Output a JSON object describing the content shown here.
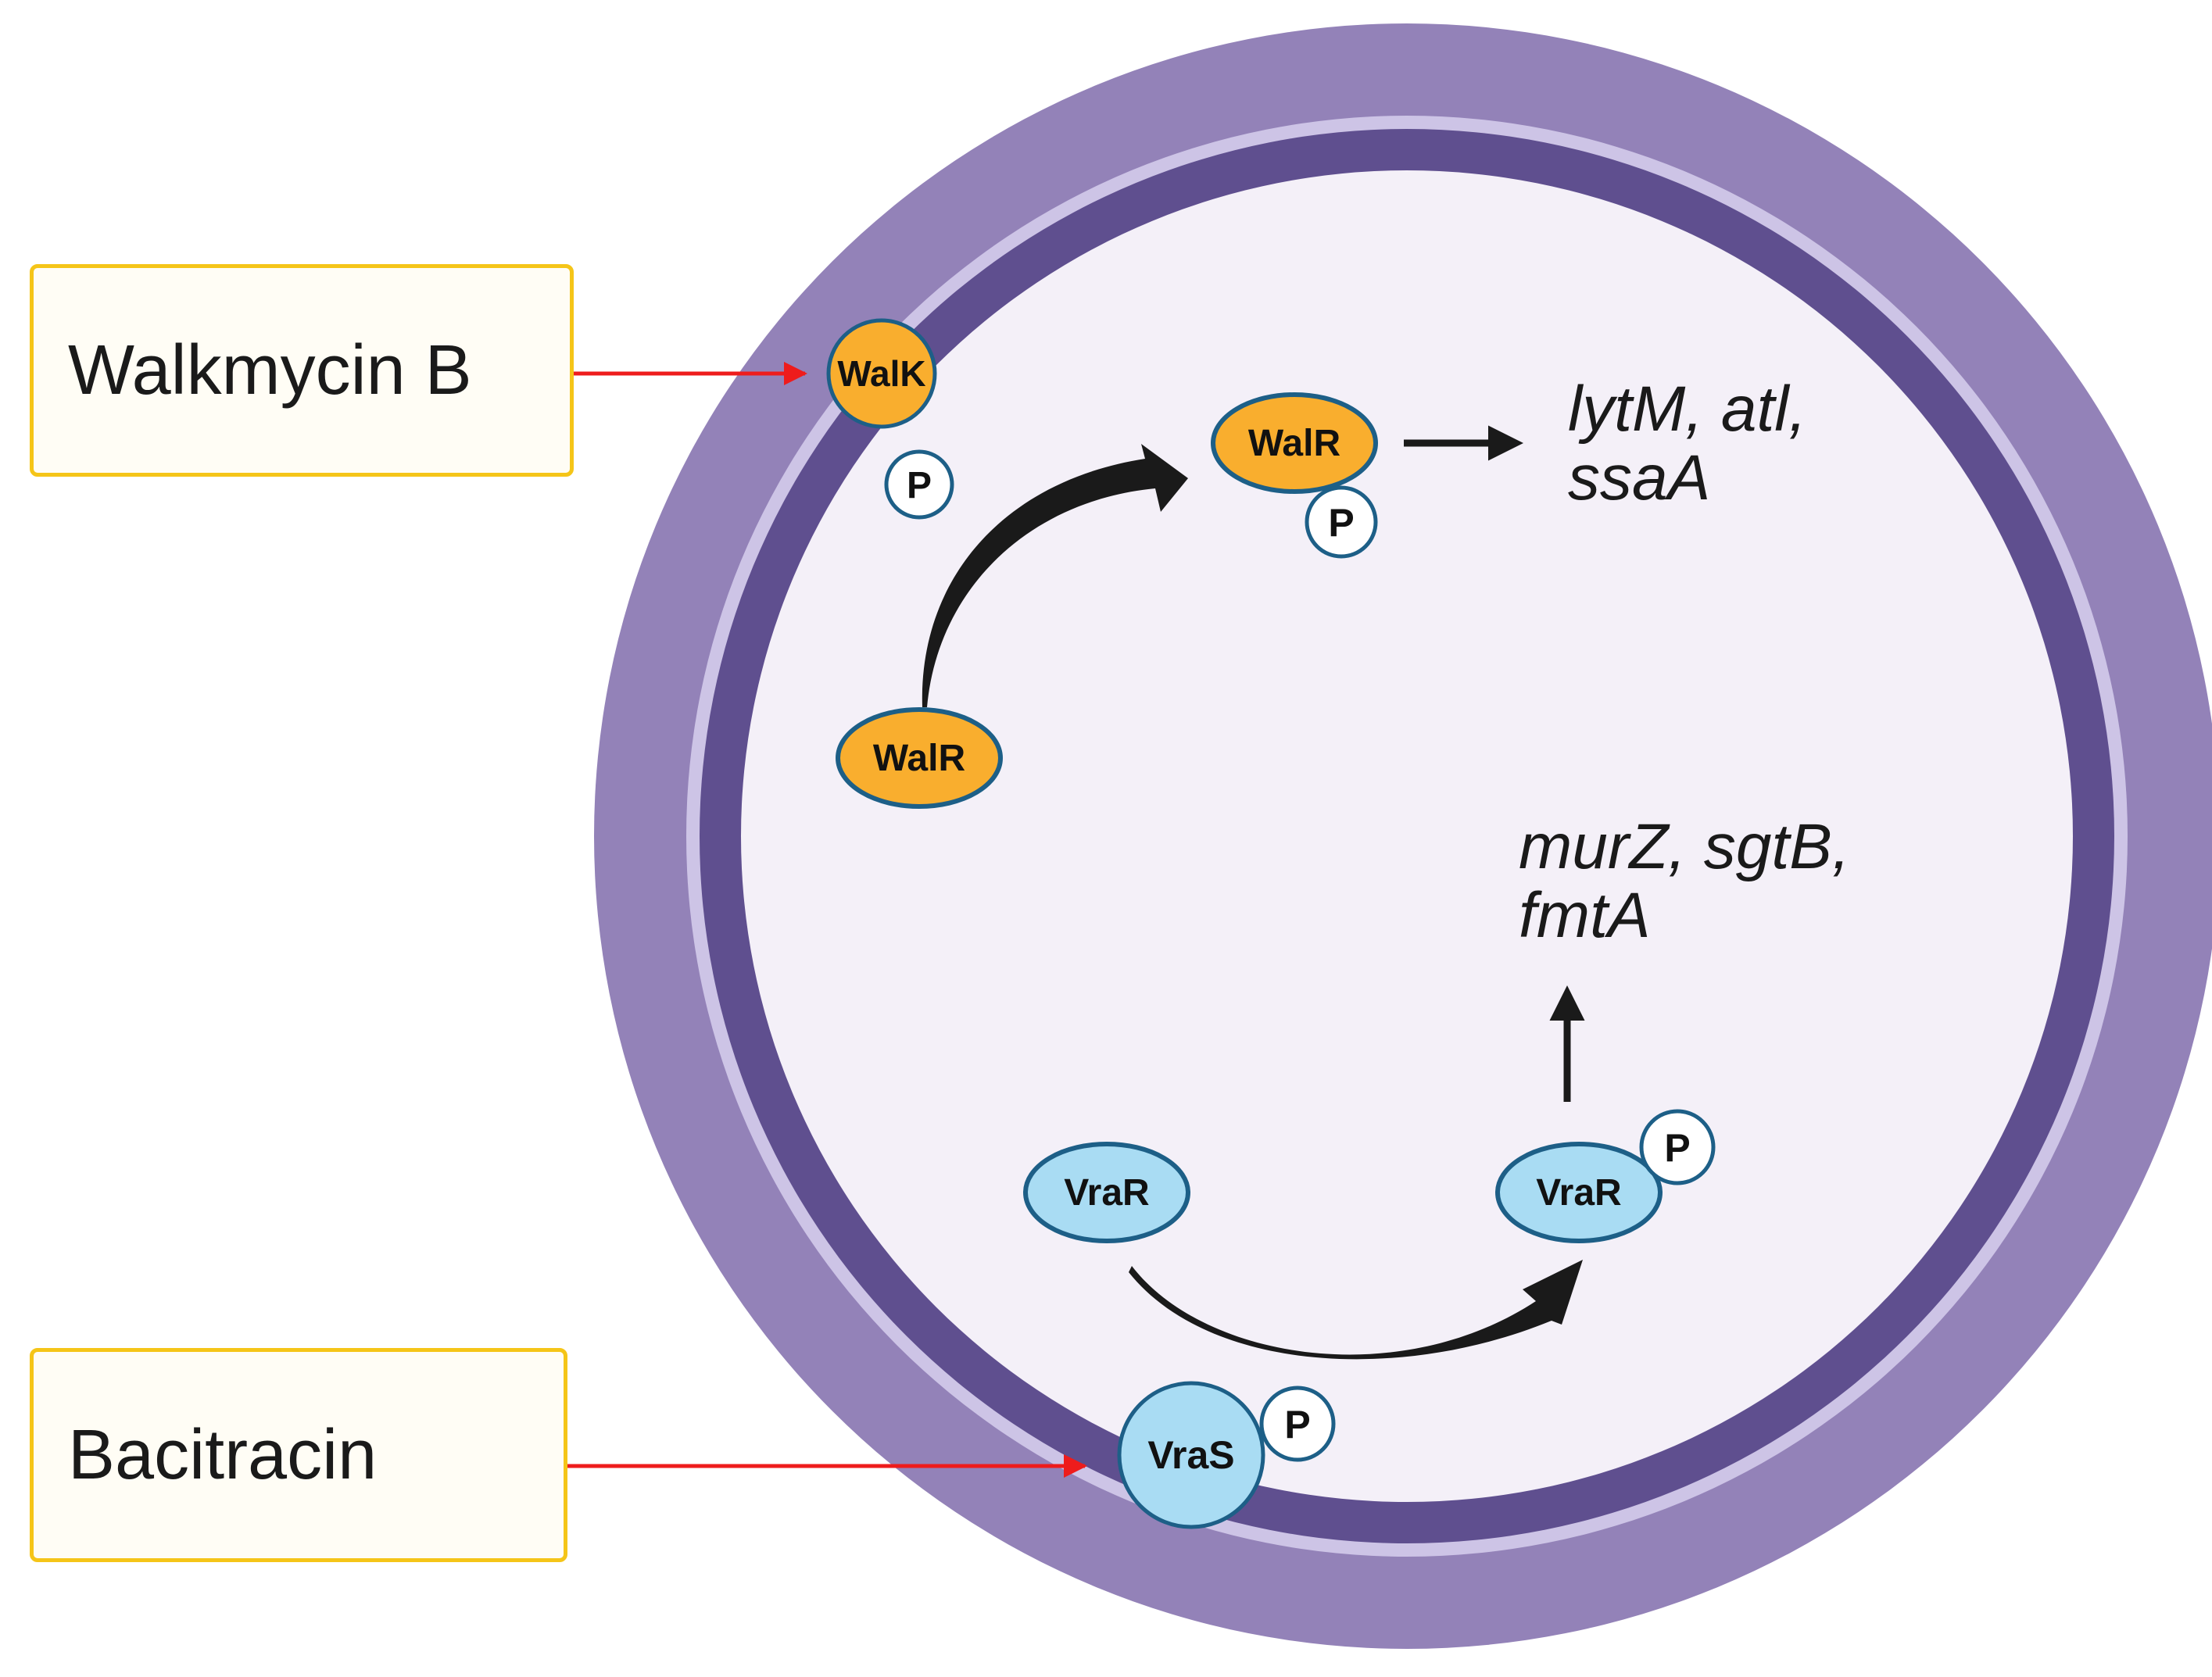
{
  "inhibitors": {
    "walkmycin_b": "Walkmycin B",
    "bacitracin": "Bacitracin"
  },
  "proteins": {
    "walk": "WalK",
    "walr_unphosphorylated": "WalR",
    "walr_phosphorylated": "WalR",
    "vras": "VraS",
    "vrar_unphosphorylated": "VraR",
    "vrar_phosphorylated": "VraR"
  },
  "phosphate_label": "P",
  "target_genes": {
    "walr_targets": "lytM, atl,\nssaA",
    "vrar_targets": "murZ, sgtB,\nfmtA"
  },
  "colors": {
    "cell_wall": "#9382b8",
    "membrane": "#5f4f8f",
    "membrane_inner_line": "#cdc4e6",
    "cytoplasm": "#f4f0f8",
    "walk_walr_fill": "#f9ae2e",
    "vra_fill": "#a9dcf3",
    "protein_stroke": "#1d5f87",
    "inhibitor_arrow": "#ee1c1c",
    "label_box_border": "#f5c518"
  }
}
